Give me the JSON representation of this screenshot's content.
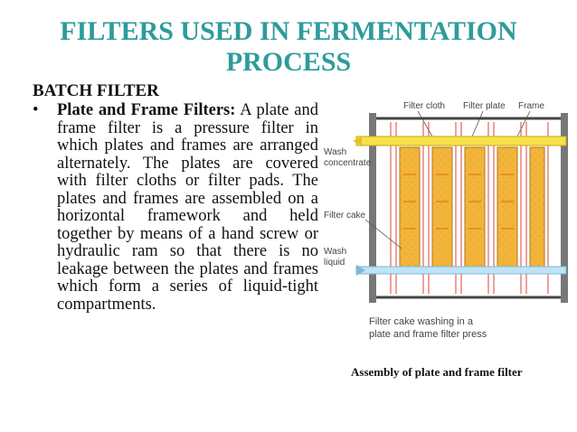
{
  "slide": {
    "title": "FILTERS USED IN FERMENTATION PROCESS",
    "section_heading": "BATCH FILTER",
    "bullet": {
      "lead": "Plate and Frame Filters:",
      "body": " A plate and frame filter is a pressure filter in which plates and frames are arranged alternately. The plates are covered with filter cloths or filter pads. The plates and frames are assembled on a horizontal framework and held together by means of a hand screw or hydraulic ram so that there is no leakage between the plates and frames which form a series of liquid-tight compartments."
    },
    "figure": {
      "labels": {
        "filter_cloth": "Filter cloth",
        "filter_plate": "Filter plate",
        "frame": "Frame",
        "wash_concentrate_1": "Wash",
        "wash_concentrate_2": "concentrate",
        "filter_cake": "Filter cake",
        "wash_liquid_1": "Wash",
        "wash_liquid_2": "liquid",
        "inner_caption_1": "Filter cake washing in a",
        "inner_caption_2": "plate and frame filter press"
      },
      "colors": {
        "frame_outline": "#444444",
        "cake_fill": "#F2B43A",
        "cake_dark": "#E2A224",
        "concentrate_pipe": "#F7E14A",
        "wash_pipe": "#BFE3F7",
        "cloth_lines": "#D9453A"
      }
    },
    "caption": "Assembly of plate and frame filter",
    "colors": {
      "title": "#2E9B9B"
    }
  }
}
